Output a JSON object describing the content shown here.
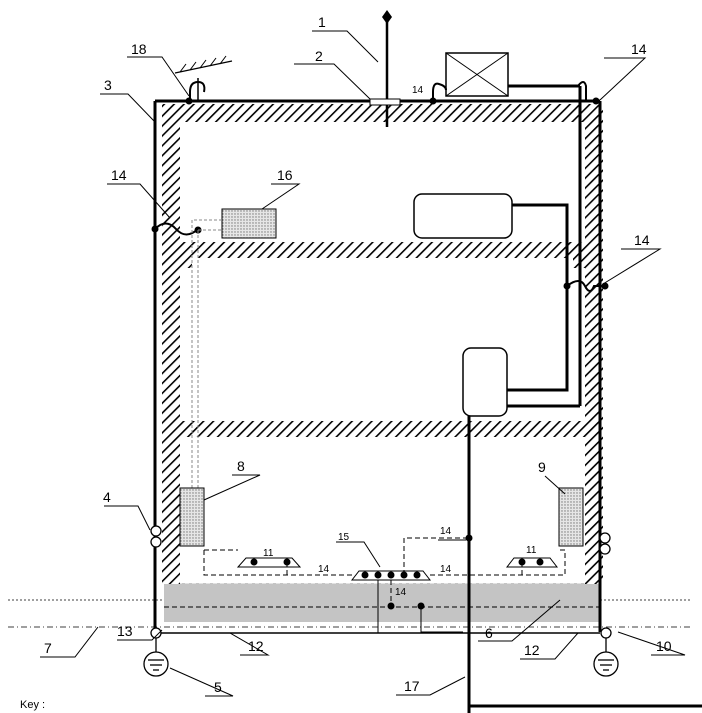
{
  "labels": {
    "n1": "1",
    "n2": "2",
    "n3": "3",
    "n4": "4",
    "n5": "5",
    "n6": "6",
    "n7": "7",
    "n8": "8",
    "n9": "9",
    "n10": "10",
    "n11": "11",
    "n11b": "11",
    "n12": "12",
    "n12b": "12",
    "n13": "13",
    "n14_top_left": "14",
    "n14_top_right": "14",
    "n14_left": "14",
    "n14_right": "14",
    "n14_mid_a": "14",
    "n14_mid_b": "14",
    "n14_mid_c": "14",
    "n14_mid_d": "14",
    "n15": "15",
    "n16": "16",
    "n17": "17",
    "n18": "18"
  },
  "key_text": "Key :",
  "colors": {
    "line": "#000000",
    "ground_band": "#c8c8c8",
    "hatch": "#000000",
    "box_fill_dotted": "#d9d9d9"
  }
}
